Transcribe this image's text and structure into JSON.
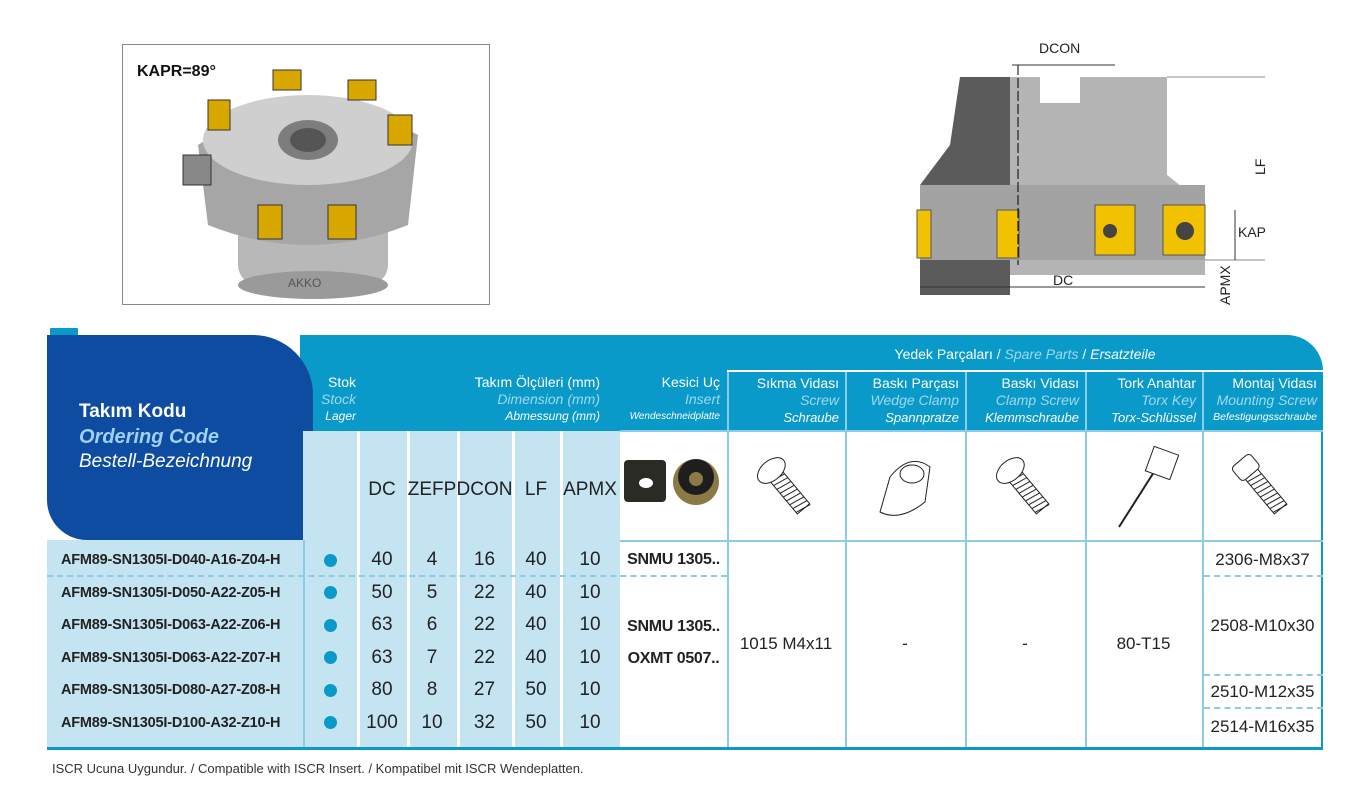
{
  "photo": {
    "kapr_label": "KAPR=89°",
    "brand": "AKKO"
  },
  "diagram": {
    "labels": {
      "dcon": "DCON",
      "lf": "LF",
      "kapr": "KAPR",
      "dc": "DC",
      "apmx": "APMX"
    }
  },
  "table": {
    "ordering": {
      "tr": "Takım Kodu",
      "en": "Ordering Code",
      "de": "Bestell-Bezeichnung"
    },
    "stock": {
      "tr": "Stok",
      "en": "Stock",
      "de": "Lager"
    },
    "dimension": {
      "tr": "Takım Ölçüleri (mm)",
      "en": "Dimension (mm)",
      "de": "Abmessung (mm)"
    },
    "insert": {
      "tr": "Kesici Uç",
      "en": "Insert",
      "de": "Wendeschneidplatte"
    },
    "spare": {
      "tr": "Yedek Parçaları",
      "en": "Spare Parts",
      "de": "Ersatzteile",
      "sep": "/"
    },
    "spare_cols": [
      {
        "tr": "Sıkma Vidası",
        "en": "Screw",
        "de": "Schraube"
      },
      {
        "tr": "Baskı Parçası",
        "en": "Wedge Clamp",
        "de": "Spannpratze"
      },
      {
        "tr": "Baskı Vidası",
        "en": "Clamp Screw",
        "de": "Klemmschraube"
      },
      {
        "tr": "Tork Anahtar",
        "en": "Torx Key",
        "de": "Torx-Schlüssel"
      },
      {
        "tr": "Montaj Vidası",
        "en": "Mounting Screw",
        "de": "Befestigungsschraube"
      }
    ],
    "dim_cols": [
      "DC",
      "ZEFP",
      "DCON",
      "LF",
      "APMX"
    ],
    "rows": [
      {
        "code": "AFM89-SN1305I-D040-A16-Z04-H",
        "dc": "40",
        "zefp": "4",
        "dcon": "16",
        "lf": "40",
        "apmx": "10"
      },
      {
        "code": "AFM89-SN1305I-D050-A22-Z05-H",
        "dc": "50",
        "zefp": "5",
        "dcon": "22",
        "lf": "40",
        "apmx": "10"
      },
      {
        "code": "AFM89-SN1305I-D063-A22-Z06-H",
        "dc": "63",
        "zefp": "6",
        "dcon": "22",
        "lf": "40",
        "apmx": "10"
      },
      {
        "code": "AFM89-SN1305I-D063-A22-Z07-H",
        "dc": "63",
        "zefp": "7",
        "dcon": "22",
        "lf": "40",
        "apmx": "10"
      },
      {
        "code": "AFM89-SN1305I-D080-A27-Z08-H",
        "dc": "80",
        "zefp": "8",
        "dcon": "27",
        "lf": "50",
        "apmx": "10"
      },
      {
        "code": "AFM89-SN1305I-D100-A32-Z10-H",
        "dc": "100",
        "zefp": "10",
        "dcon": "32",
        "lf": "50",
        "apmx": "10"
      }
    ],
    "inserts": {
      "first": "SNMU 1305..",
      "group_a": "SNMU 1305..",
      "group_b": "OXMT 0507.."
    },
    "screw": "1015 M4x11",
    "wedge": "-",
    "clamp_screw": "-",
    "torx_key": "80-T15",
    "mounting": [
      "2306-M8x37",
      "2508-M10x30",
      "2510-M12x35",
      "2514-M16x35"
    ]
  },
  "footer": "ISCR Ucuna Uygundur. / Compatible with ISCR Insert. / Kompatibel mit ISCR Wendeplatten."
}
